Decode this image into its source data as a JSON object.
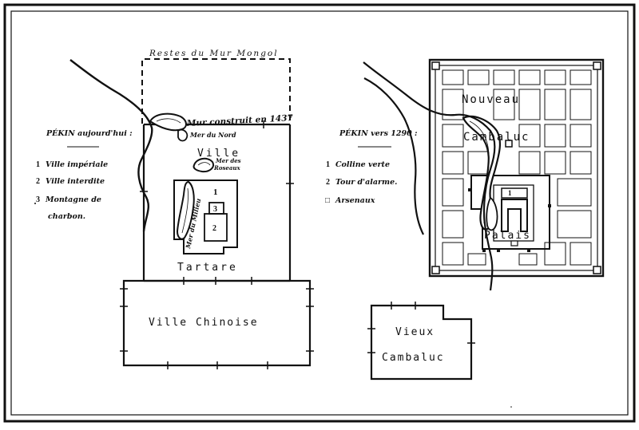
{
  "left_map": {
    "legend_title": "PÉKIN aujourd'hui :",
    "legend_items": [
      {
        "num": "1",
        "label": "Ville impériale"
      },
      {
        "num": "2",
        "label": "Ville interdite"
      },
      {
        "num": "3",
        "label": "Montagne de",
        "label2": "charbon."
      }
    ],
    "labels": {
      "mongol_wall": "Restes du Mur Mongol",
      "wall_1437": "Mur construit en 1437",
      "north_lake": "Mer du Nord",
      "reed_lake_1": "Mer des",
      "reed_lake_2": "Roseaux",
      "middle_lake": "Mer du Milieu",
      "ville": "Ville",
      "tartare": "Tartare",
      "chinoise": "Ville Chinoise",
      "num1": "1",
      "num2": "2",
      "num3": "3"
    }
  },
  "right_map": {
    "legend_title": "PÉKIN vers 1290 :",
    "legend_items": [
      {
        "num": "1",
        "label": "Colline verte"
      },
      {
        "num": "2",
        "label": "Tour d'alarme."
      },
      {
        "symbol": "□",
        "label": "Arsenaux"
      }
    ],
    "labels": {
      "nouveau": "Nouveau",
      "cambaluc": "Cambaluc",
      "palais": "Palais",
      "vieux": "Vieux",
      "vieux_cambaluc": "Cambaluc",
      "num1": "1"
    }
  },
  "colors": {
    "ink": "#111111",
    "paper": "#ffffff"
  }
}
